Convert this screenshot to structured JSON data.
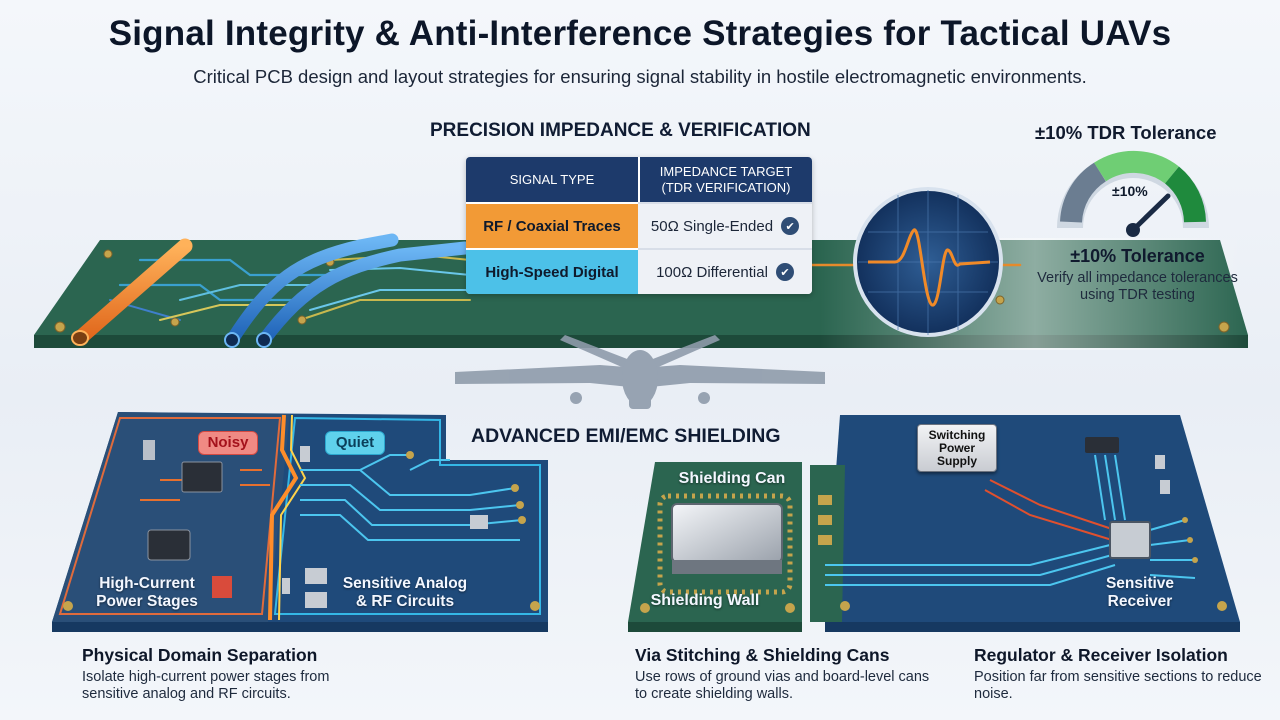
{
  "header": {
    "title": "Signal Integrity & Anti-Interference Strategies for Tactical UAVs",
    "subtitle": "Critical PCB design and layout strategies for ensuring signal stability in hostile electromagnetic environments."
  },
  "impedance": {
    "section_title": "PRECISION IMPEDANCE & VERIFICATION",
    "table": {
      "headers": [
        "SIGNAL TYPE",
        "IMPEDANCE TARGET\n(TDR VERIFICATION)"
      ],
      "rows": [
        {
          "type": "RF / Coaxial Traces",
          "target": "50Ω Single-Ended",
          "color": "#f29a36"
        },
        {
          "type": "High-Speed Digital",
          "target": "100Ω Differential",
          "color": "#4cc1e8"
        }
      ]
    },
    "gauge": {
      "title": "±10% TDR Tolerance",
      "center_label": "±10%",
      "tolerance_title": "±10% Tolerance",
      "tolerance_desc": "Verify all impedance tolerances using TDR testing"
    }
  },
  "emi": {
    "section_title": "ADVANCED EMI/EMC SHIELDING",
    "separation": {
      "noisy_label": "Noisy",
      "quiet_label": "Quiet",
      "high_current_label": "High-Current Power Stages",
      "sensitive_label": "Sensitive Analog & RF Circuits",
      "caption_title": "Physical Domain Separation",
      "caption_desc": "Isolate high-current power stages from sensitive analog and RF circuits."
    },
    "shielding": {
      "can_label": "Shielding Can",
      "wall_label": "Shielding Wall",
      "caption_title": "Via Stitching & Shielding Cans",
      "caption_desc": "Use rows of ground vias and board-level cans to create shielding walls."
    },
    "isolation": {
      "supply_label": "Switching Power Supply",
      "receiver_label": "Sensitive Receiver",
      "caption_title": "Regulator & Receiver Isolation",
      "caption_desc": "Position far from sensitive sections to reduce noise."
    }
  },
  "colors": {
    "pcb_green": "#2f6b57",
    "pcb_blue": "#1f4a7a",
    "noisy_trace": "#f07a28",
    "quiet_trace": "#45c6ee",
    "header_navy": "#1d3a6b"
  }
}
